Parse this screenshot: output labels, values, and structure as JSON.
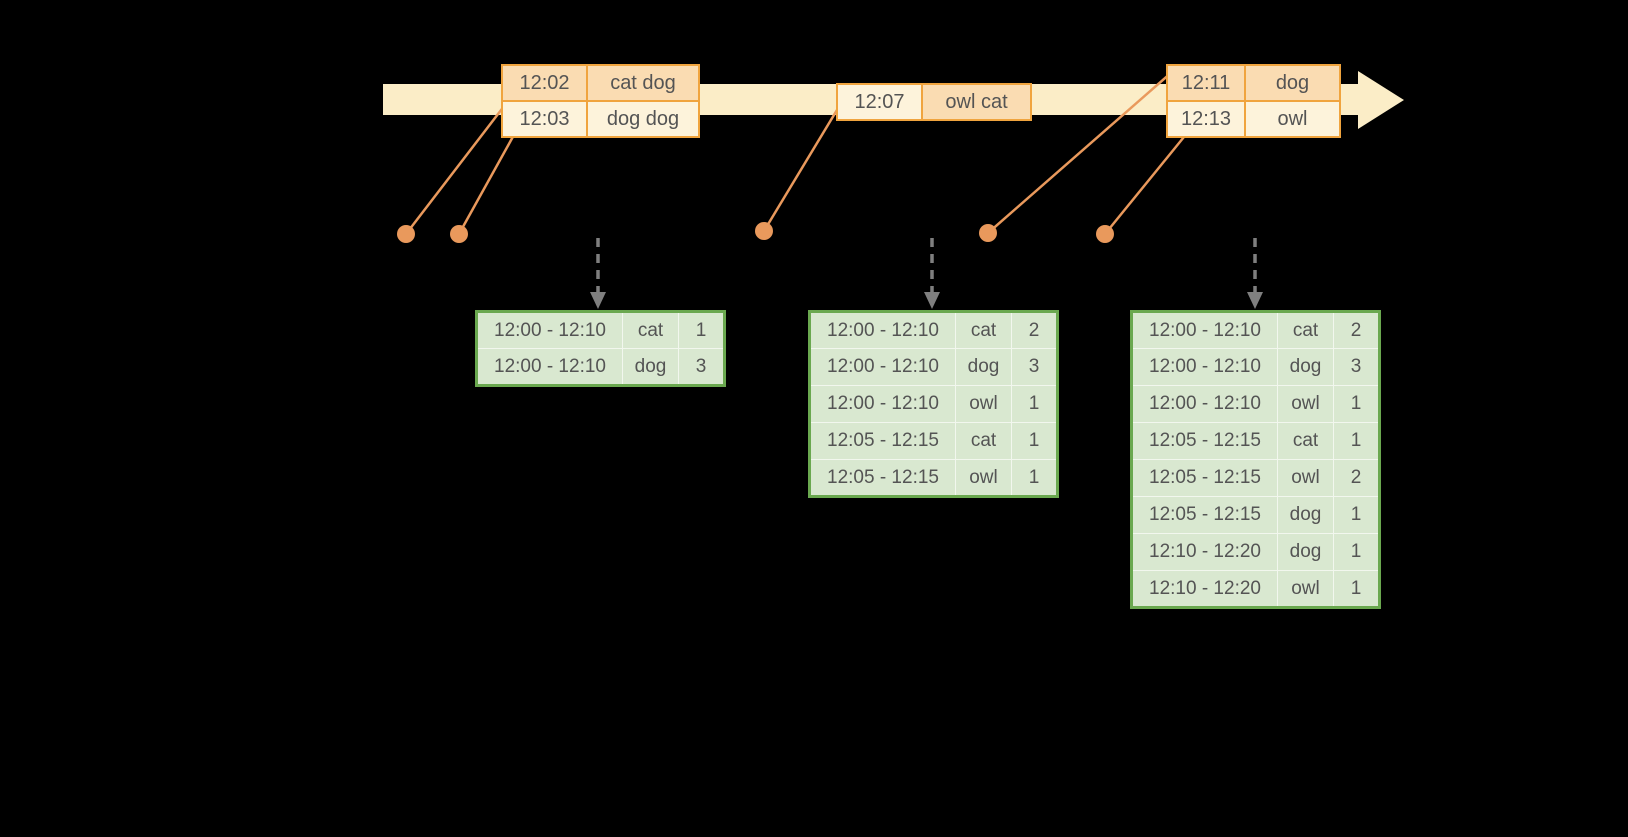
{
  "colors": {
    "background": "#000000",
    "timeline_fill": "#FBEDC7",
    "event_table_border": "#F0A43E",
    "event_cell_peach": "#FADCB2",
    "event_cell_cream": "#FDF3DB",
    "event_dot": "#E9995C",
    "connector_line": "#E9995C",
    "trigger_arrow": "#7F7F7F",
    "result_table_border": "#6AA84F",
    "result_cell_fill": "#D9E8D0",
    "table_text": "#545454"
  },
  "event_tables": [
    {
      "rows": [
        {
          "time": "12:02",
          "words": "cat dog",
          "time_bg": "peach",
          "words_bg": "peach"
        },
        {
          "time": "12:03",
          "words": "dog dog",
          "time_bg": "cream",
          "words_bg": "cream"
        }
      ]
    },
    {
      "rows": [
        {
          "time": "12:07",
          "words": "owl cat",
          "time_bg": "cream",
          "words_bg": "peach"
        }
      ]
    },
    {
      "rows": [
        {
          "time": "12:11",
          "words": "dog",
          "time_bg": "peach",
          "words_bg": "peach"
        },
        {
          "time": "12:13",
          "words": "owl",
          "time_bg": "cream",
          "words_bg": "cream"
        }
      ]
    }
  ],
  "result_tables": [
    {
      "rows": [
        {
          "window": "12:00 - 12:10",
          "word": "cat",
          "count": "1"
        },
        {
          "window": "12:00 - 12:10",
          "word": "dog",
          "count": "3"
        }
      ]
    },
    {
      "rows": [
        {
          "window": "12:00 - 12:10",
          "word": "cat",
          "count": "2"
        },
        {
          "window": "12:00 - 12:10",
          "word": "dog",
          "count": "3"
        },
        {
          "window": "12:00 - 12:10",
          "word": "owl",
          "count": "1"
        },
        {
          "window": "12:05 - 12:15",
          "word": "cat",
          "count": "1"
        },
        {
          "window": "12:05 - 12:15",
          "word": "owl",
          "count": "1"
        }
      ]
    },
    {
      "rows": [
        {
          "window": "12:00 - 12:10",
          "word": "cat",
          "count": "2"
        },
        {
          "window": "12:00 - 12:10",
          "word": "dog",
          "count": "3"
        },
        {
          "window": "12:00 - 12:10",
          "word": "owl",
          "count": "1"
        },
        {
          "window": "12:05 - 12:15",
          "word": "cat",
          "count": "1"
        },
        {
          "window": "12:05 - 12:15",
          "word": "owl",
          "count": "2"
        },
        {
          "window": "12:05 - 12:15",
          "word": "dog",
          "count": "1"
        },
        {
          "window": "12:10 - 12:20",
          "word": "dog",
          "count": "1"
        },
        {
          "window": "12:10 - 12:20",
          "word": "owl",
          "count": "1"
        }
      ]
    }
  ]
}
